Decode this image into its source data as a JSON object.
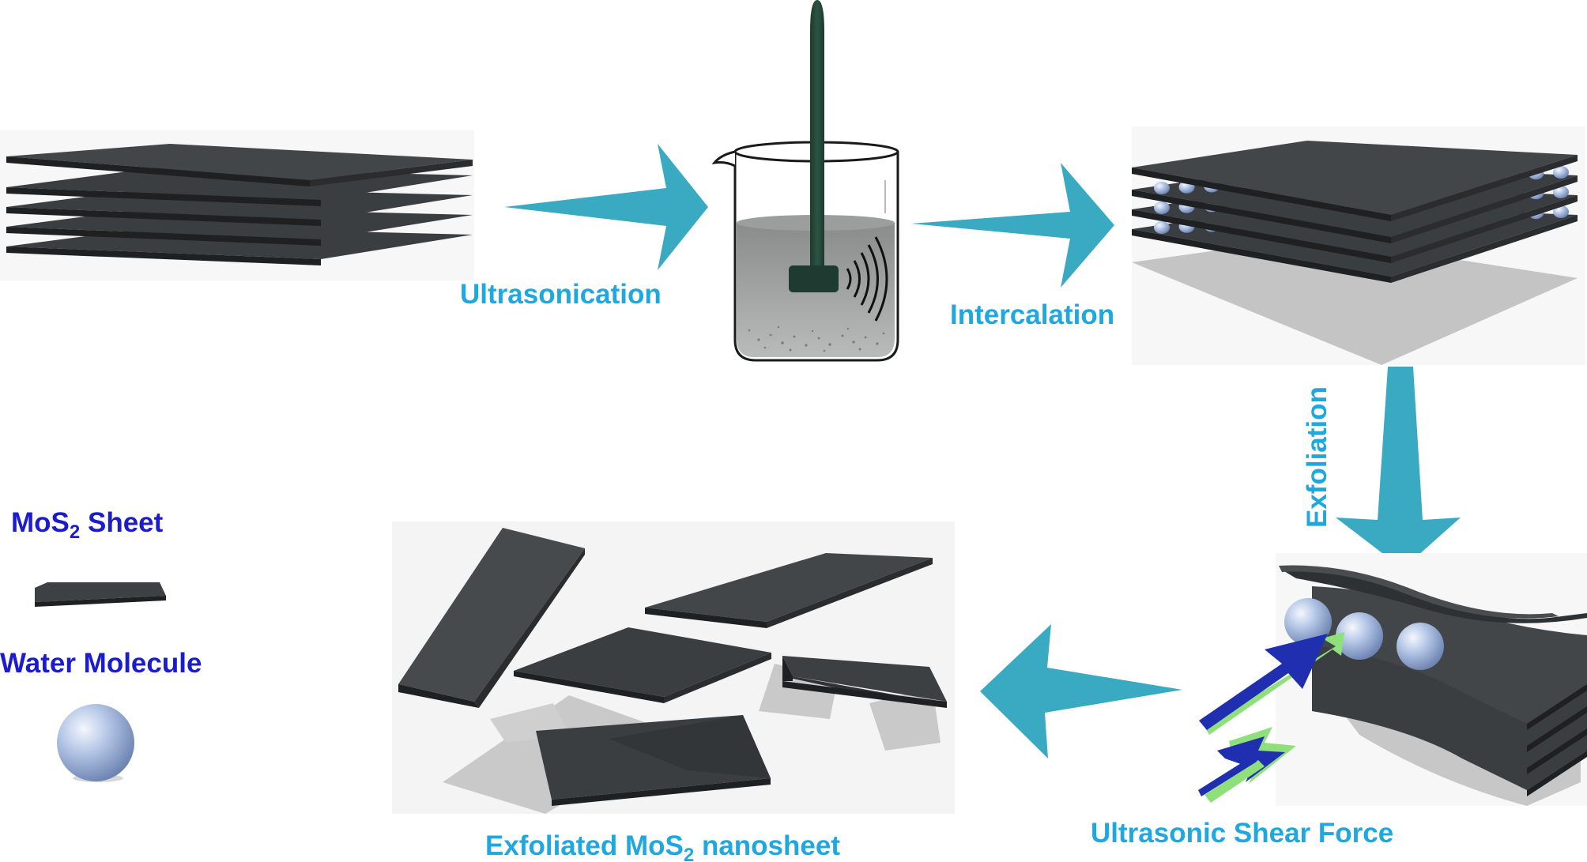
{
  "labels": {
    "ultrasonication": "Ultrasonication",
    "intercalation": "Intercalation",
    "exfoliation": "Exfoliation",
    "shear_force": "Ultrasonic Shear Force",
    "exfoliated_main": "Exfoliated MoS",
    "exfoliated_sub": "2",
    "exfoliated_tail": " nanosheet"
  },
  "legend": {
    "sheet_main": "MoS",
    "sheet_sub": "2",
    "sheet_tail": " Sheet",
    "water": "Water Molecule"
  },
  "colors": {
    "arrow": "#3aaac3",
    "label": "#1fa8e0",
    "legend": "#1c1ccf",
    "sheet": "#3a3d3f",
    "water": "#a9bde0",
    "shear_blue": "#1f2fb0",
    "shear_green": "#8fe07a"
  },
  "icons": {
    "beaker": "beaker-icon",
    "probe": "sonicator-probe-icon",
    "waves": "sound-wave-icon"
  }
}
